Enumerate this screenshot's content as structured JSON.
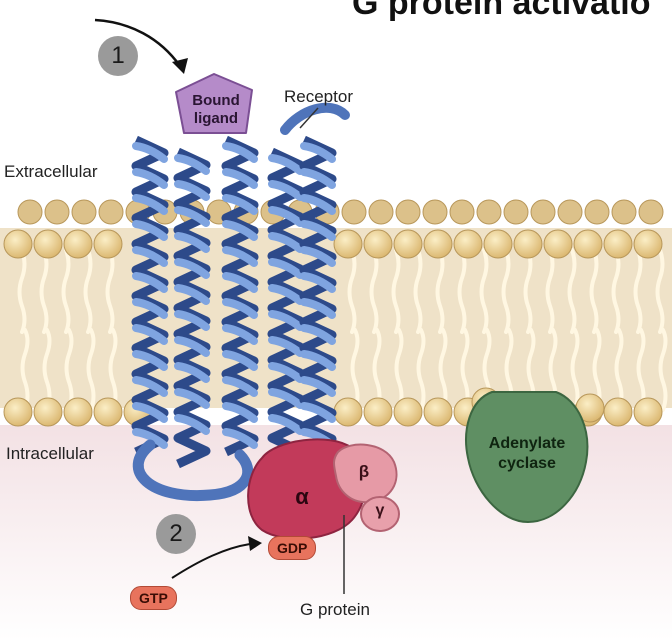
{
  "title": "G protein activatio",
  "labels": {
    "extracellular": "Extracellular",
    "intracellular": "Intracellular",
    "receptor": "Receptor",
    "g_protein": "G protein"
  },
  "ligand": {
    "line1": "Bound",
    "line2": "ligand"
  },
  "adenylate_cyclase": {
    "line1": "Adenylate",
    "line2": "cyclase"
  },
  "g_protein_subunits": {
    "alpha": "α",
    "beta": "β",
    "gamma": "γ"
  },
  "nucleotides": {
    "gdp": "GDP",
    "gtp": "GTP"
  },
  "steps": [
    "1",
    "2"
  ],
  "colors": {
    "receptor": "#5f86c9",
    "ligand": "#b58bc9",
    "alpha": "#c23a5a",
    "beta": "#e69aa6",
    "adenylate_cyclase": "#5f8f63",
    "phospholipid_head": "#e8cc8c",
    "nucleotide": "#e8735d"
  }
}
